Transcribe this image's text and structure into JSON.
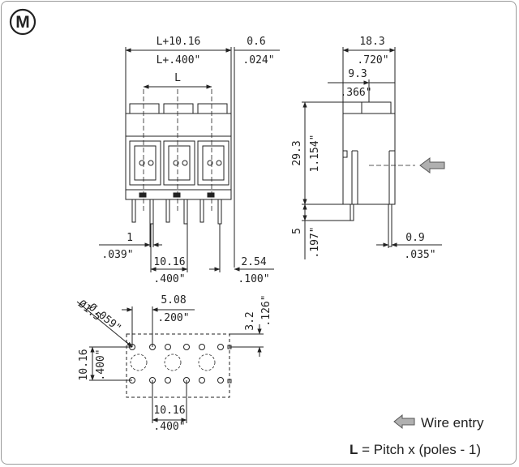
{
  "badge": {
    "letter": "M"
  },
  "front_view": {
    "total_width_mm": "L+10.16",
    "total_width_in": "L+.400\"",
    "offset_mm": "0.6",
    "offset_in": ".024\"",
    "pitch_label": "L",
    "pin_width_mm": "1",
    "pin_width_in": ".039\"",
    "pitch_mm": "10.16",
    "pitch_in": ".400\"",
    "edge_mm": "2.54",
    "edge_in": ".100\""
  },
  "side_view": {
    "depth_mm": "18.3",
    "depth_in": ".720\"",
    "pin_offset_mm": "9.3",
    "pin_offset_in": ".366\"",
    "height_mm": "29.3",
    "height_in": "1.154\"",
    "pin_length_mm": "5",
    "pin_length_in": ".197\"",
    "pin_size_mm": "0.9",
    "pin_size_in": ".035\""
  },
  "footprint": {
    "hole_dia_mm": "Ø1.5",
    "hole_dia_in": "Ø.059\"",
    "hole_spacing_mm": "5.08",
    "hole_spacing_in": ".200\"",
    "edge_mm": "3.2",
    "edge_in": ".126\"",
    "row_spacing_mm": "10.16",
    "row_spacing_in": ".400\"",
    "pitch_mm": "10.16",
    "pitch_in": ".400\""
  },
  "legend": {
    "wire_entry": "Wire entry",
    "formula_var": "L",
    "formula_rest": " = Pitch x (poles - 1)"
  },
  "colors": {
    "line": "#222222",
    "arrow_fill": "#b0b0b0",
    "frame": "#9a9a9a"
  }
}
